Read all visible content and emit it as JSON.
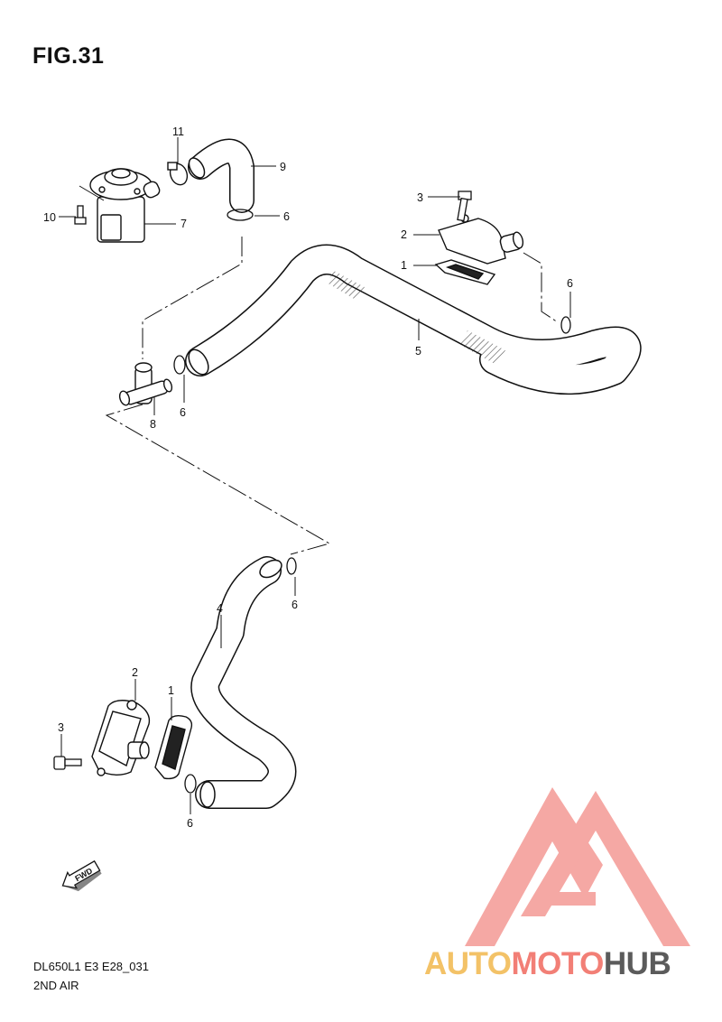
{
  "figure": {
    "title": "FIG.31"
  },
  "callouts": [
    {
      "id": "c11",
      "text": "11"
    },
    {
      "id": "c9",
      "text": "9"
    },
    {
      "id": "c10",
      "text": "10"
    },
    {
      "id": "c7",
      "text": "7"
    },
    {
      "id": "c6a",
      "text": "6"
    },
    {
      "id": "c3a",
      "text": "3"
    },
    {
      "id": "c2a",
      "text": "2"
    },
    {
      "id": "c1a",
      "text": "1"
    },
    {
      "id": "c6b",
      "text": "6"
    },
    {
      "id": "c5",
      "text": "5"
    },
    {
      "id": "c8",
      "text": "8"
    },
    {
      "id": "c6c",
      "text": "6"
    },
    {
      "id": "c6d",
      "text": "6"
    },
    {
      "id": "c4",
      "text": "4"
    },
    {
      "id": "c2b",
      "text": "2"
    },
    {
      "id": "c1b",
      "text": "1"
    },
    {
      "id": "c3b",
      "text": "3"
    },
    {
      "id": "c6e",
      "text": "6"
    }
  ],
  "fwd_arrow": {
    "label": "FWD"
  },
  "footer": {
    "code": "DL650L1 E3 E28_031",
    "name": "2ND AIR"
  },
  "logo": {
    "part1": "AUTO",
    "part2": "MOTO",
    "part3": "HUB",
    "colors": {
      "auto": "#f3c267",
      "moto": "#f27f76",
      "hub": "#5b5b5b",
      "emblem": "#f06f68"
    }
  }
}
